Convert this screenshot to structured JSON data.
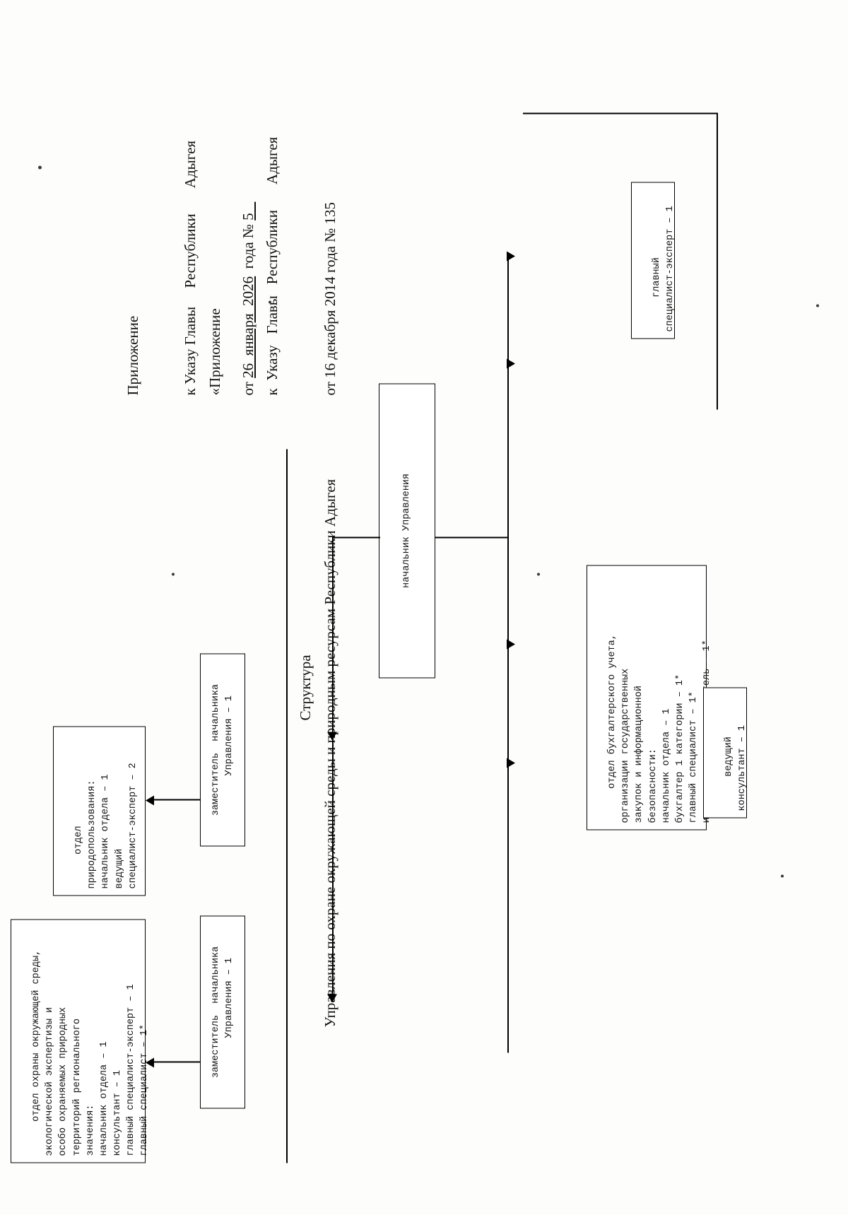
{
  "document": {
    "header_block_1": {
      "line1": "Приложение",
      "line2": "к Указу Главы     Республики",
      "line3": "Адыгея",
      "line4_prefix": "от ",
      "line4_date": "26  января  2026",
      "line4_mid": "  года № ",
      "line4_num": "5",
      "line4_tail": "   "
    },
    "header_block_2": {
      "line1": "«Приложение",
      "line2": "к  Указу   Главы   Республики",
      "line3": "Адыгея",
      "line4": "от 16 декабря 2014 года № 135"
    },
    "title_word": "Структура",
    "title_main": "Управления по охране окружающей среды и природным ресурсам Республики Адыгея"
  },
  "chart": {
    "root": {
      "label": "начальник Управления"
    },
    "deputy_1": {
      "label": "заместитель  начальника\n     Управления – 1"
    },
    "deputy_2": {
      "label": "заместитель  начальника\n     Управления – 1"
    },
    "lead_consultant": {
      "label": "ведущий\nконсультант – 1"
    },
    "chief_specialist_expert": {
      "label": "главный\nспециалист-эксперт – 1"
    },
    "dept_ecology": {
      "label": "отдел охраны окружающей среды,\nэкологической экспертизы и\nособо охраняемых природных\nтерриторий регионального\nзначения:\nначальник отдела – 1\nконсультант – 1\nглавный специалист-эксперт – 1\nглавный специалист – 1*"
    },
    "dept_nature": {
      "label": "отдел\nприродопользования:\nначальник отдела – 1\nведущий\nспециалист-эксперт – 2"
    },
    "dept_accounting": {
      "label": "отдел бухгалтерского учета,\nорганизации государственных\nзакупок и информационной\nбезопасности:\nначальник отдела – 1\nбухгалтер 1 категории – 1*\nглавный специалист – 1*\nинспектор-делопроизводитель – 1*"
    }
  }
}
